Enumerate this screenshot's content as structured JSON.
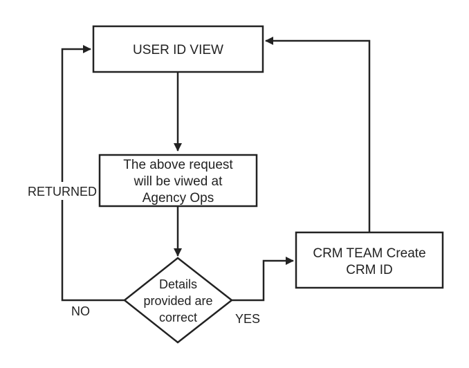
{
  "nodes": {
    "user_id_view": "USER ID VIEW",
    "request_viewed": [
      "The above request",
      "will be viwed at",
      "Agency Ops"
    ],
    "details_decision": [
      "Details",
      "provided are",
      "correct"
    ],
    "crm_create": [
      "CRM TEAM Create",
      "CRM ID"
    ]
  },
  "edges": {
    "returned": "RETURNED",
    "no": "NO",
    "yes": "YES"
  },
  "colors": {
    "stroke": "#222222",
    "background": "#ffffff"
  }
}
